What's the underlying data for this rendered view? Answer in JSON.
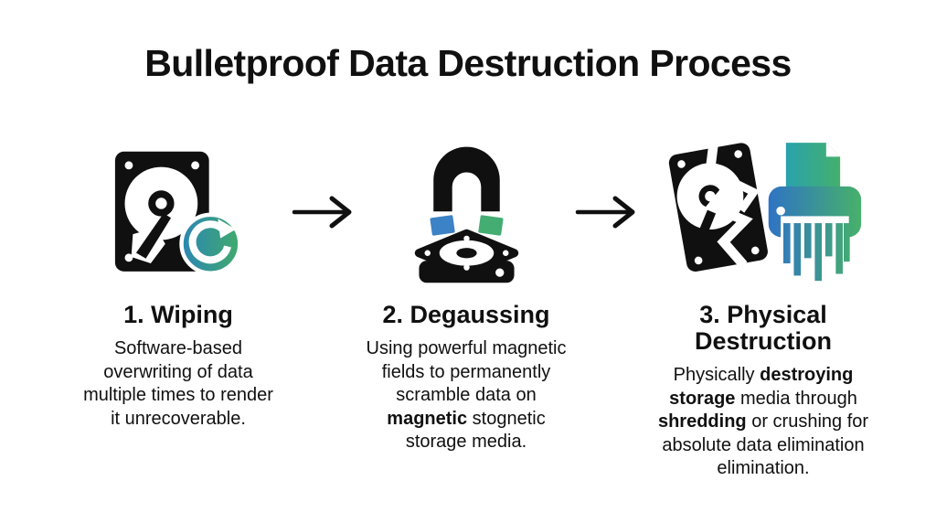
{
  "title": "Bulletproof Data Destruction Process",
  "steps": [
    {
      "heading": "1. Wiping",
      "icon": "hard-drive-wipe-icon",
      "description": [
        {
          "t": "Software-based"
        },
        {
          "br": true
        },
        {
          "t": "overwriting of data"
        },
        {
          "br": true
        },
        {
          "t": "multiple times to render"
        },
        {
          "br": true
        },
        {
          "t": "it unrecoverable."
        }
      ]
    },
    {
      "heading": "2. Degaussing",
      "icon": "magnet-hard-drive-icon",
      "description": [
        {
          "t": "Using powerful magnetic"
        },
        {
          "br": true
        },
        {
          "t": "fields to permanently"
        },
        {
          "br": true
        },
        {
          "t": "scramble data on"
        },
        {
          "br": true
        },
        {
          "t": "magnetic",
          "b": true
        },
        {
          "t": " stognetic"
        },
        {
          "br": true
        },
        {
          "t": "storage media."
        }
      ]
    },
    {
      "heading": "3. Physical Destruction",
      "icon": "broken-drive-shredder-icon",
      "description": [
        {
          "t": "Physically "
        },
        {
          "t": "destroying",
          "b": true
        },
        {
          "br": true
        },
        {
          "t": "storage",
          "b": true
        },
        {
          "t": " media through"
        },
        {
          "br": true
        },
        {
          "t": "shredding",
          "b": true
        },
        {
          "t": " or crushing for"
        },
        {
          "br": true
        },
        {
          "t": "absolute data elimination"
        },
        {
          "br": true
        },
        {
          "t": "elimination."
        }
      ]
    }
  ],
  "icons": {
    "arrow": "right-arrow-icon",
    "step1": "hard-drive-refresh-icon",
    "step2": "magnet-over-drive-icon",
    "step3": "broken-drive-and-shredder-icon"
  },
  "colors": {
    "ink": "#101010",
    "accent_blue": "#2e74c6",
    "accent_teal": "#2ba2ad",
    "accent_green": "#45b06c",
    "background": "#ffffff"
  }
}
